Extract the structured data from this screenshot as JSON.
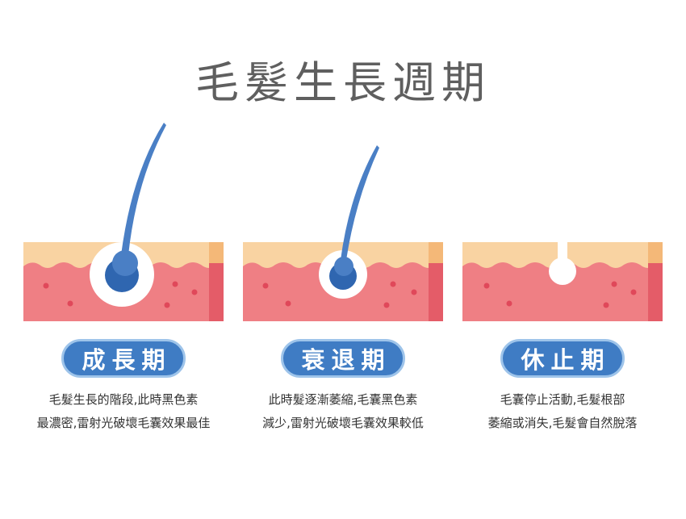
{
  "title": "毛髮生長週期",
  "colors": {
    "skin_top": "#f9d3a2",
    "skin_top_edge": "#f4b878",
    "skin_body": "#ef7f84",
    "skin_body_edge": "#e45c68",
    "dots": "#e0485a",
    "hair": "#4a7fc5",
    "bulb": "#2f66b0",
    "label_bg": "#3f7cc4",
    "label_border": "#9ec4ea",
    "title": "#5f5f5f"
  },
  "stages": [
    {
      "label": "成長期",
      "desc_lines": [
        "毛髮生長的階段,此時黑色素",
        "最濃密,雷射光破壞毛囊效果最佳"
      ],
      "hair_icon": "long-hair-with-large-bulb"
    },
    {
      "label": "衰退期",
      "desc_lines": [
        "此時髮逐漸萎縮,毛囊黑色素",
        "減少,雷射光破壞毛囊效果較低"
      ],
      "hair_icon": "thinning-hair-with-small-bulb"
    },
    {
      "label": "休止期",
      "desc_lines": [
        "毛囊停止活動,毛髮根部",
        "萎縮或消失,毛髮會自然脫落"
      ],
      "hair_icon": "empty-follicle"
    }
  ]
}
